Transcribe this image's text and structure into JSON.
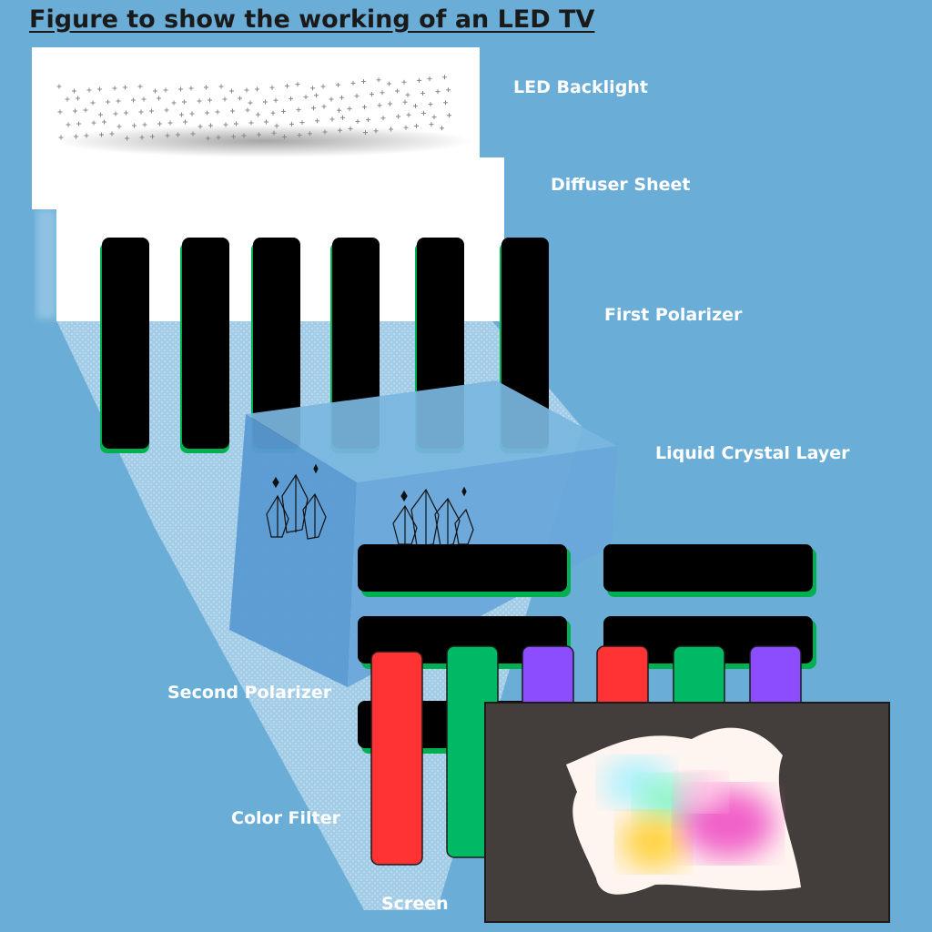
{
  "title": "Figure to show the working of an LED TV",
  "labels": {
    "led_backlight": "LED Backlight",
    "diffuser_sheet": "Diffuser Sheet",
    "first_polarizer": "First Polarizer",
    "liquid_crystal_layer": "Liquid Crystal Layer",
    "second_polarizer": "Second Polarizer",
    "color_filter": "Color Filter",
    "screen": "Screen"
  },
  "colors": {
    "background": "#6aaed8",
    "panel_white": "#ffffff",
    "polarizer_bar": "#000000",
    "polarizer_edge": "#00b050",
    "crystal_box": "#5f9fd6",
    "filter_red": "#ff3333",
    "filter_green": "#00b964",
    "filter_purple": "#8c4dff",
    "screen_frame": "#433d3c",
    "title_text": "#1a1a1a",
    "label_text": "#ffffff"
  }
}
